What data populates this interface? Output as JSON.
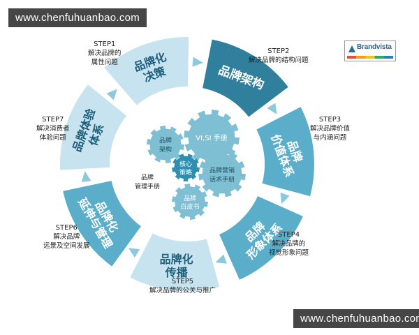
{
  "watermarks": {
    "top": "www.chenfuhuanbao.com",
    "bottom": "www.chenfuhuanbao.com"
  },
  "logo": {
    "text": "Brandvista"
  },
  "colors": {
    "light": "#c6e3ef",
    "mid": "#5aaec9",
    "dark": "#2f7f9d",
    "arrow": "#8cc9dd",
    "gear": "#7fbfd3",
    "gear_dark": "#2f8fb0"
  },
  "steps": [
    {
      "label": "STEP1",
      "desc": [
        "解决品牌的",
        "属性问题"
      ],
      "segment": [
        "品牌化",
        "决策"
      ]
    },
    {
      "label": "STEP2",
      "desc": [
        "解决品牌的结构问题"
      ],
      "segment": [
        "品牌架构"
      ]
    },
    {
      "label": "STEP3",
      "desc": [
        "解决品牌价值",
        "与内涵问题"
      ],
      "segment": [
        "品牌",
        "价值体系"
      ]
    },
    {
      "label": "STEP4",
      "desc": [
        "解决品牌的",
        "视觉形象问题"
      ],
      "segment": [
        "品牌",
        "形象体系"
      ]
    },
    {
      "label": "STEP5",
      "desc": [
        "解决品牌的公关与推广"
      ],
      "segment": [
        "品牌化",
        "传播"
      ]
    },
    {
      "label": "STEP6",
      "desc": [
        "解决品牌",
        "远景及空间发展"
      ],
      "segment": [
        "品牌化",
        "延伸与管理"
      ]
    },
    {
      "label": "STEP7",
      "desc": [
        "解决消费者",
        "体验问题"
      ],
      "segment": [
        "品牌体验",
        "体系"
      ]
    }
  ],
  "center": {
    "core": [
      "核心",
      "策略"
    ],
    "vi": "VI,SI 手册",
    "arch": [
      "品牌",
      "架构"
    ],
    "marketing": [
      "品牌营销",
      "话术手册"
    ],
    "whitepaper": [
      "品牌",
      "白皮书"
    ],
    "manual": [
      "品牌",
      "管理手册"
    ]
  }
}
